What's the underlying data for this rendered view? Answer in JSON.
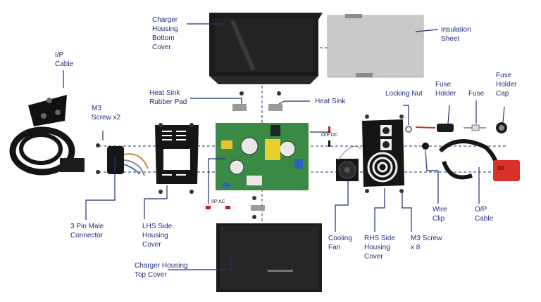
{
  "labels": {
    "charger_housing_bottom_cover": "Charger\nHousing\nBottom\nCover",
    "insulation_sheet": "Insulation\nSheet",
    "ip_cable": "I/P\nCable",
    "heat_sink_rubber_pad": "Heat Sink\nRubber Pad",
    "heat_sink": "Heat Sink",
    "m3_screw_x2": "M3\nScrew x2",
    "locking_nut": "Locking Nut",
    "fuse_holder": "Fuse\nHolder",
    "fuse": "Fuse",
    "fuse_holder_cap": "Fuse\nHolder\nCap",
    "op_dc": "O/P DC",
    "ip_ac": "I/P AC",
    "three_pin_male_connector": "3 Pin Male\nConnector",
    "lhs_side_housing_cover": "LHS Side\nHousing\nCover",
    "cooling_fan": "Cooling\nFan",
    "rhs_side_housing_cover": "RHS Side\nHousing\nCover",
    "m3_screw_x8": "M3 Screw\nx 8",
    "wire_clip": "Wire\nClip",
    "op_cable": "O/P\nCable",
    "charger_housing_top_cover": "Charger Housing\nTop Cover"
  },
  "colors": {
    "label_text": "#1f2d7a",
    "leader_line": "#1f2d7a",
    "housing_dark": "#1b1b1b",
    "pcb_green": "#3a8a45",
    "insulation_grey": "#c9c9c9",
    "marker_red": "#d01818",
    "anderson_red": "#d8322a"
  }
}
